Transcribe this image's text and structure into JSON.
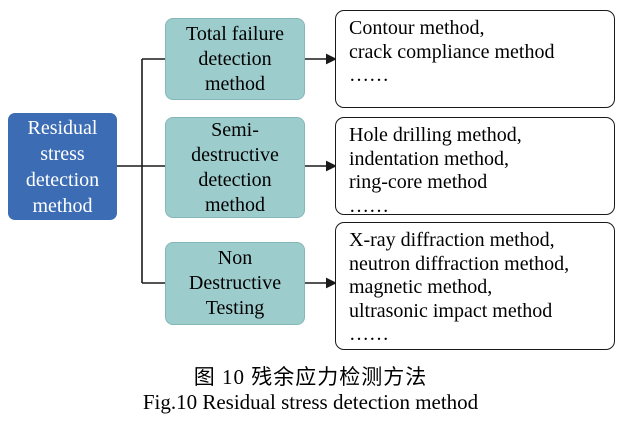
{
  "figure": {
    "root": {
      "label": "Residual\nstress\ndetection\nmethod"
    },
    "branches": [
      {
        "category": "Total failure\ndetection\nmethod",
        "methods": "Contour method,\ncrack compliance method\n……"
      },
      {
        "category": "Semi-\ndestructive\ndetection\nmethod",
        "methods": "Hole drilling method,\nindentation method,\nring-core method\n……"
      },
      {
        "category": "Non\nDestructive\nTesting",
        "methods": "X-ray diffraction method,\nneutron diffraction method,\nmagnetic method,\nultrasonic impact method\n……"
      }
    ],
    "caption_zh": "图 10  残余应力检测方法",
    "caption_en": "Fig.10 Residual stress detection method",
    "colors": {
      "root_fill": "#3b6cb4",
      "root_text": "#ffffff",
      "category_fill": "#9dcccd",
      "box_border": "#1a1a1a",
      "line": "#1a1a1a",
      "background": "#ffffff"
    }
  }
}
